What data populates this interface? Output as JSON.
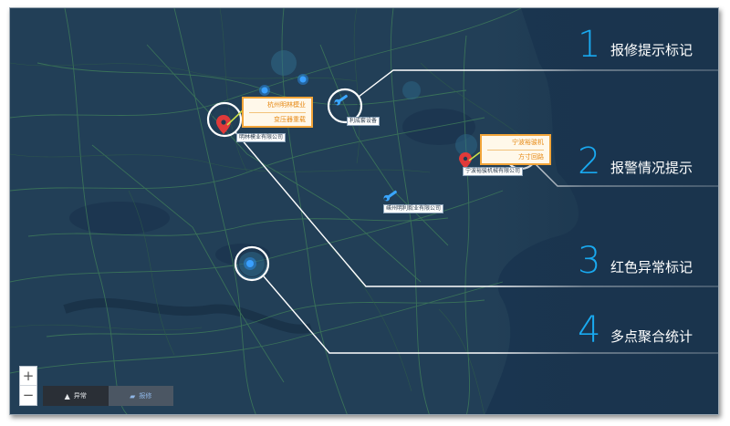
{
  "features": [
    {
      "num": "1",
      "label": "报修提示标记"
    },
    {
      "num": "2",
      "label": "报警情况提示"
    },
    {
      "num": "3",
      "label": "红色异常标记"
    },
    {
      "num": "4",
      "label": "多点聚合统计"
    }
  ],
  "popups": [
    {
      "line1": "杭州明林模业",
      "line2": "变压器重载"
    },
    {
      "line1": "宁波裕骏机",
      "line2": "方寸回路"
    }
  ],
  "map_labels": {
    "company_a": "明林模业有限公司",
    "company_b": "利成套设备",
    "company_c": "宁波裕骏机械有限公司",
    "company_d": "嵊州明利毅业有限公司"
  },
  "zoom": {
    "in": "+",
    "out": "−"
  },
  "tabs": [
    {
      "label": "异常",
      "icon": "warning-icon"
    },
    {
      "label": "报修",
      "icon": "wrench-icon"
    }
  ],
  "colors": {
    "map_background": "#1f3a52",
    "accent_blue": "#19a9f0",
    "alert_red": "#e03a3a",
    "popup_orange": "#f2a53a"
  }
}
